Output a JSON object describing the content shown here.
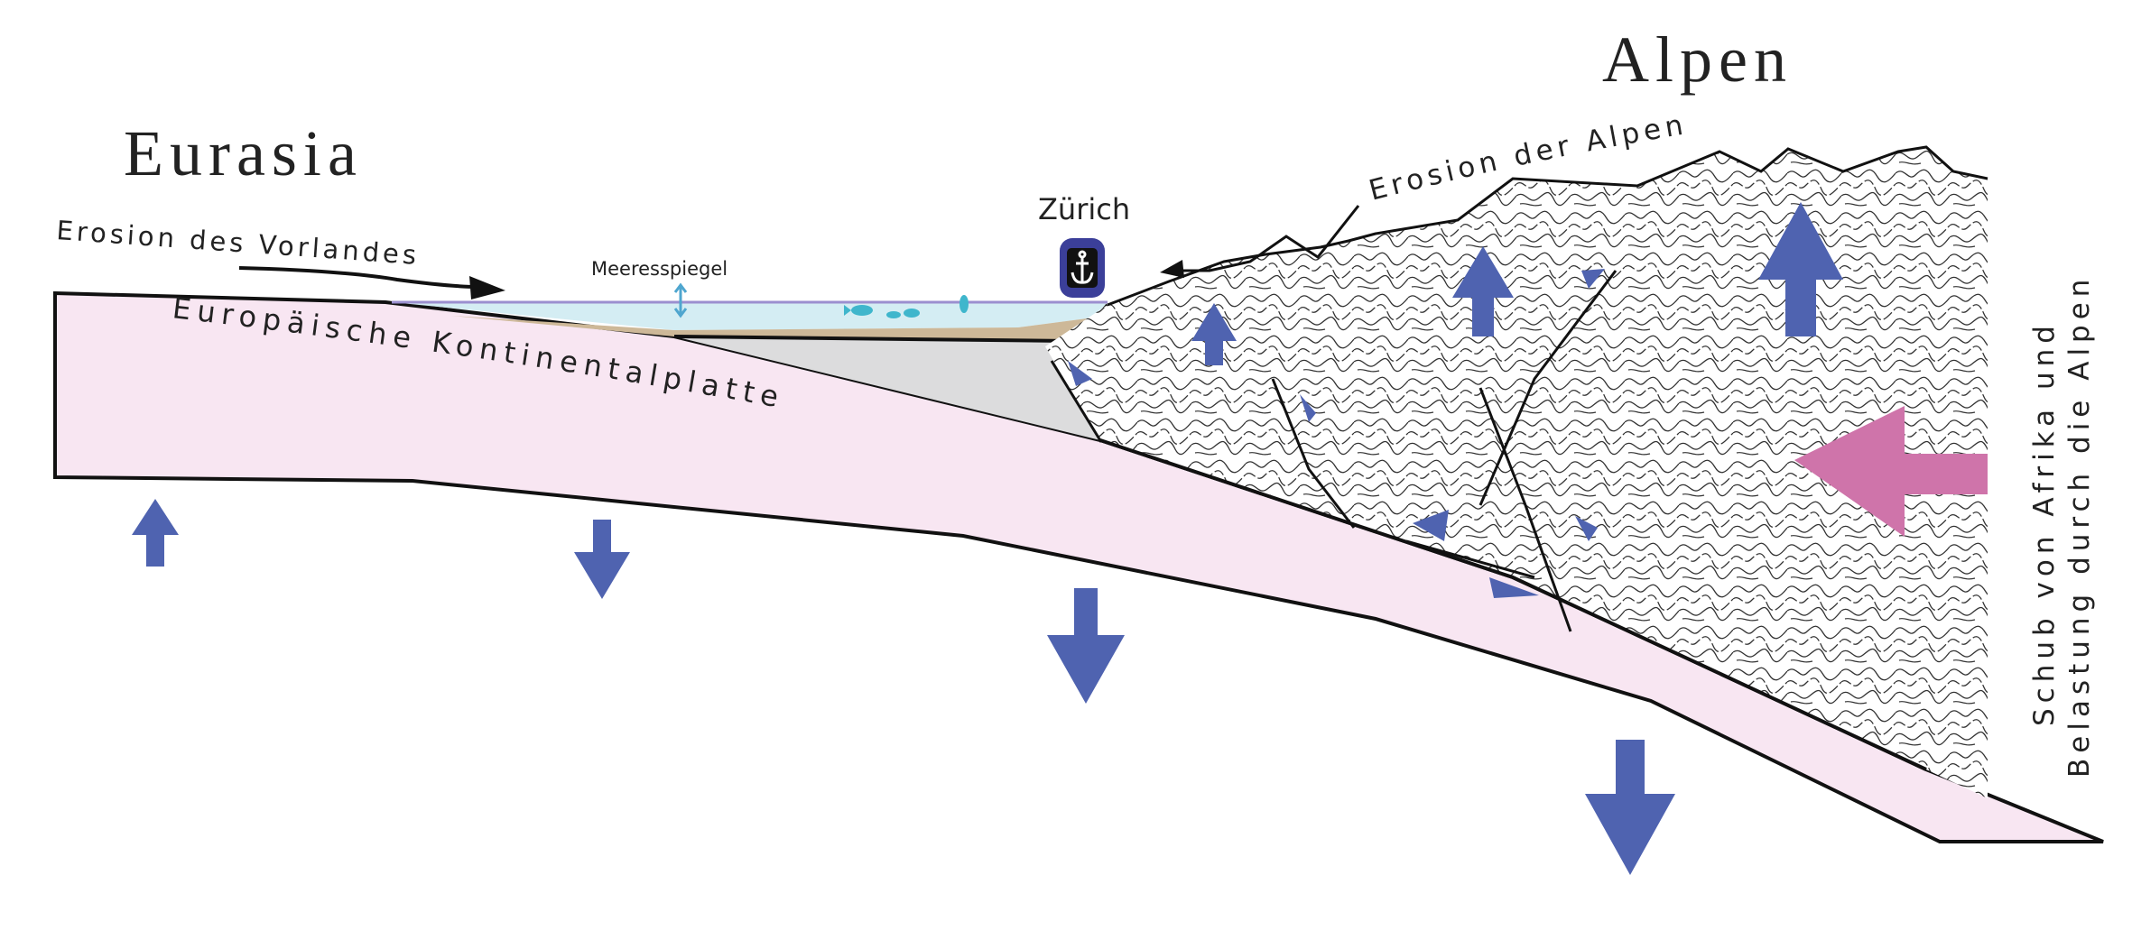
{
  "labels": {
    "eurasia": "Eurasia",
    "alpen": "Alpen",
    "erosion_vorland": "Erosion des Vorlandes",
    "erosion_alpen": "Erosion der Alpen",
    "meeresspiegel": "Meeresspiegel",
    "zurich": "Zürich",
    "plate": "Europäische Kontinentalplatte",
    "push_line1": "Schub von Afrika und",
    "push_line2": "Belastung durch die Alpen"
  },
  "colors": {
    "plate": "#f8e6f2",
    "water": "#d4edf3",
    "sediment": "#cdb898",
    "molasse": "#dcdcdd",
    "arrow_blue": "#4f63b0",
    "arrow_pink": "#cf74aa",
    "anchor_badge": "#3b3f99"
  },
  "icons": {
    "zurich_marker": "anchor-icon"
  }
}
